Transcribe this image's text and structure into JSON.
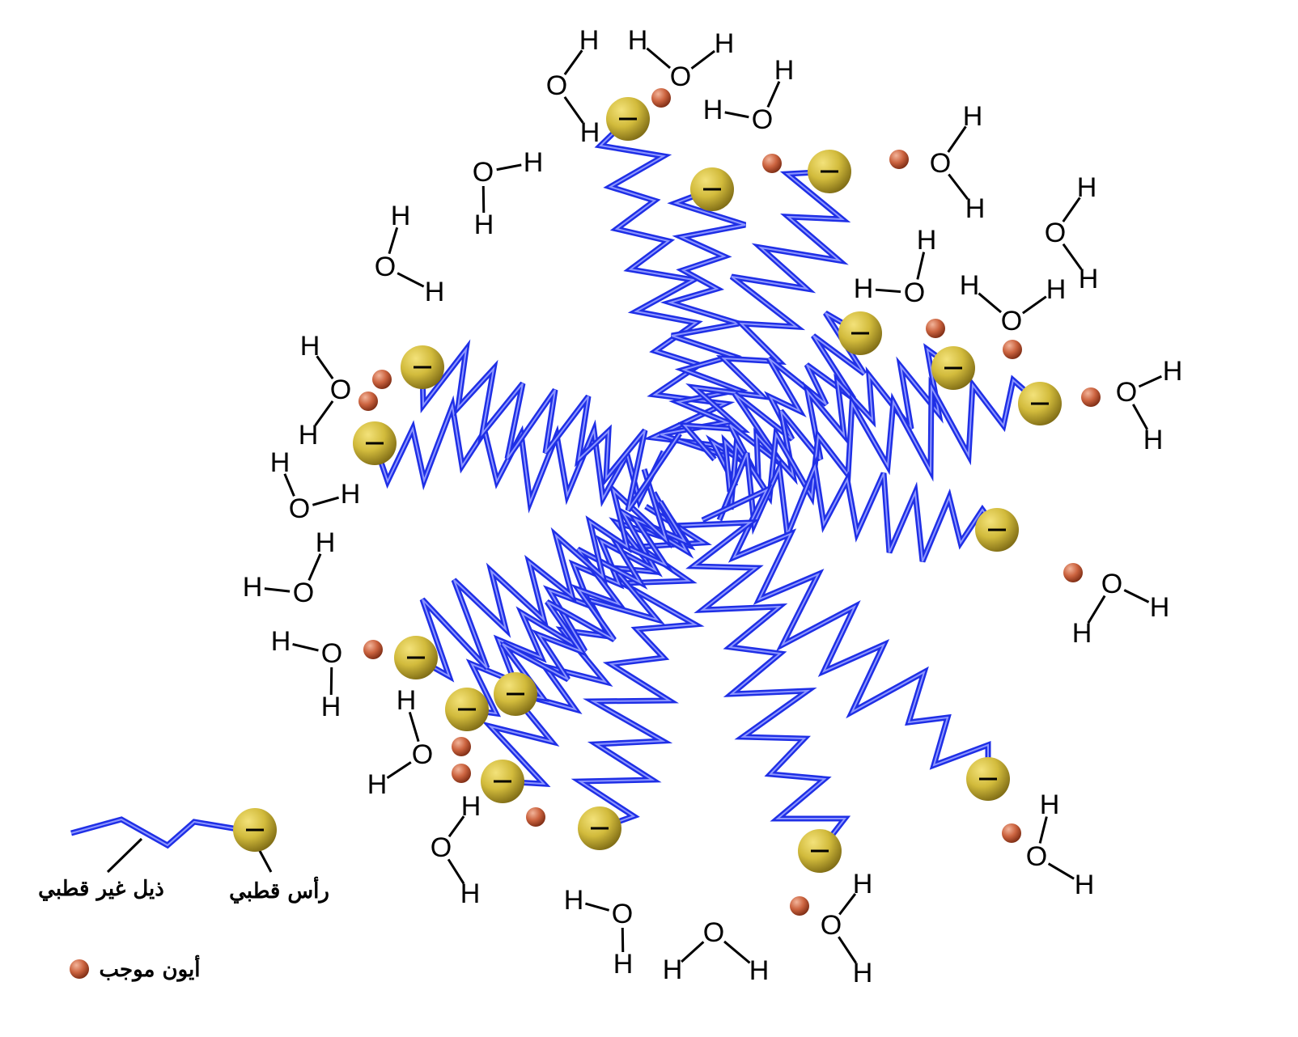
{
  "symbols": {
    "oxygen": "O",
    "hydrogen": "H",
    "charge": "−"
  },
  "legend": {
    "tail_label": "ذيل غير قطبي",
    "head_label": "رأس قطبي",
    "ion_label": "أيون موجب"
  },
  "colors": {
    "tail": "#1f2fe6",
    "head": "#c9b235",
    "ion": "#c8603a",
    "bond": "#000000"
  }
}
